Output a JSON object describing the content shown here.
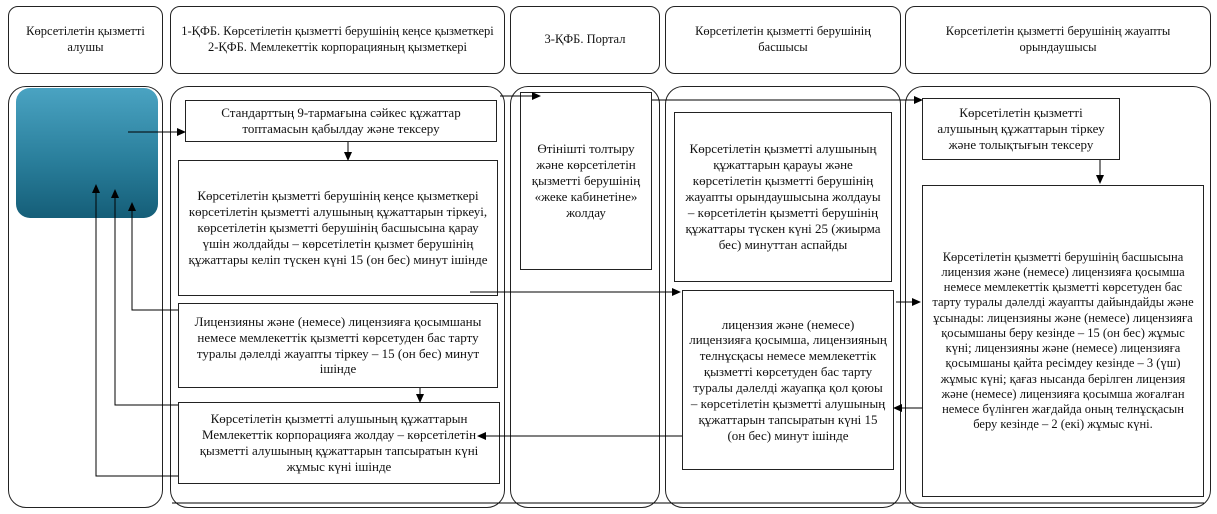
{
  "headers": [
    "Көрсетілетін қызметті алушы",
    "1-ҚФБ. Көрсетілетін қызметті берушінің кеңсе қызметкері 2-ҚФБ. Мемлекеттік корпорацияның қызметкері",
    "3-ҚФБ. Портал",
    "Көрсетілетін қызметті берушінің басшысы",
    "Көрсетілетін қызметті берушінің жауапты орындаушысы"
  ],
  "boxes": {
    "accept_documents": "Стандарттың 9-тармағына сәйкес құжаттар топтамасын қабылдау және тексеру",
    "register_documents": "Көрсетілетін қызметті берушінің кеңсе қызметкері көрсетілетін қызметті алушының құжаттарын тіркеуі, көрсетілетін қызметті берушінің басшысына қарау үшін жолдайды – көрсетілетін қызмет берушінің құжаттары келіп түскен күні 15 (он бес) минут ішінде",
    "register_response": "Лицензияны және (немесе) лицензияға қосымшаны немесе мемлекеттік қызметті көрсетуден бас тарту туралы дәлелді жауапты тіркеу – 15 (он бес) минут ішінде",
    "send_to_corporation": "Көрсетілетін қызметті алушының құжаттарын Мемлекеттік корпорацияға жолдау – көрсетілетін қызметті алушының құжаттарын тапсыратын күні жұмыс күні ішінде",
    "portal_fill": "Өтінішті толтыру және көрсетілетін қызметті берушінің «жеке кабинетіне» жолдау",
    "head_review": "Көрсетілетін қызметті алушының құжаттарын қарауы және көрсетілетін қызметті берушінің жауапты орындаушысына жолдауы – көрсетілетін қызметті берушінің құжаттары түскен күні 25 (жиырма бес) минуттан аспайды",
    "head_sign": "лицензия және (немесе) лицензияға қосымша, лицензияның телнұсқасы немесе мемлекеттік қызметті көрсетуден бас тарту туралы дәлелді жауапқа қол қоюы – көрсетілетін қызметті алушының құжаттарын тапсыратын күні 15 (он бес) минут ішінде",
    "executor_register": "Көрсетілетін қызметті алушының құжаттарын тіркеу және толықтығын тексеру",
    "executor_prepare": "Көрсетілетін қызметті берушінің басшысына лицензия және (немесе) лицензияға қосымша немесе мемлекеттік қызметті көрсетуден бас тарту туралы дәлелді жауапты дайындайды және ұсынады: лицензияны және (немесе) лицензияға қосымшаны беру кезінде – 15 (он бес) жұмыс күні; лицензияны және (немесе) лицензияға қосымшаны қайта ресімдеу кезінде – 3 (үш) жұмыс күні; қағаз нысанда берілген лицензия және (немесе) лицензияға қосымша жоғалған немесе бүлінген жағдайда оның телнұсқасын беру кезінде – 2 (екі) жұмыс күні."
  },
  "colors": {
    "start_top": "#4aa3c2",
    "start_bottom": "#155e78",
    "line": "#000000"
  }
}
